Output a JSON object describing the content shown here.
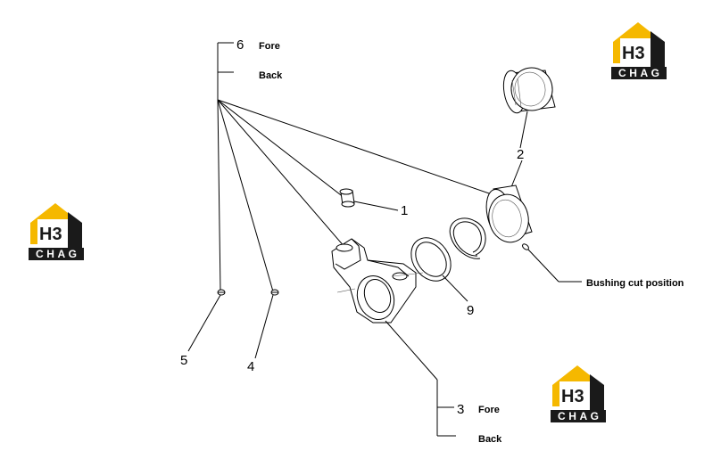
{
  "logo": {
    "mark": "H3",
    "word": "CHAG",
    "colors": {
      "yellow": "#f5b800",
      "dark": "#1a1a1a",
      "white": "#ffffff"
    }
  },
  "callouts": {
    "part_1": "1",
    "part_2": "2",
    "part_3": "3",
    "part_4": "4",
    "part_5": "5",
    "part_6": "6",
    "part_9": "9"
  },
  "labels": {
    "fore_top": "Fore",
    "back_top": "Back",
    "fore_bottom": "Fore",
    "back_bottom": "Back",
    "bushing_cut": "Bushing cut  position"
  }
}
